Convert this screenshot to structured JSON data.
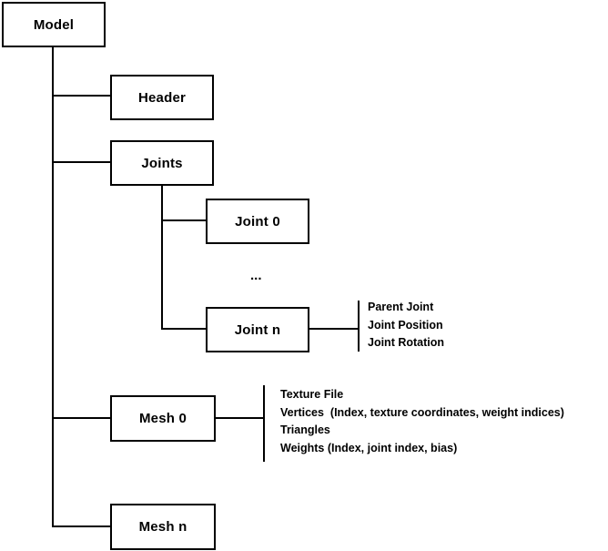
{
  "nodes": {
    "model": "Model",
    "header": "Header",
    "joints": "Joints",
    "joint_0": "Joint  0",
    "ellipsis": "...",
    "joint_n": "Joint  n",
    "mesh_0": "Mesh  0",
    "mesh_n": "Mesh  n"
  },
  "joint_attributes": [
    "Parent Joint",
    "Joint Position",
    "Joint Rotation"
  ],
  "mesh_attributes": [
    "Texture File",
    "Vertices  (Index, texture coordinates, weight indices)",
    "Triangles",
    "Weights (Index, joint index, bias)"
  ]
}
